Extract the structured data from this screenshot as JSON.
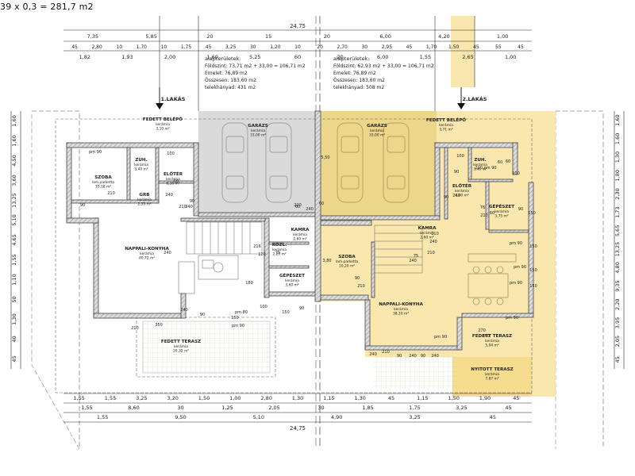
{
  "top_note": "39 x 0,3 = 281,7 m2",
  "dims": {
    "top_total": "24,75",
    "top_row1": [
      "7,35",
      "5,85",
      "20",
      "15",
      "20",
      "6,00",
      "4,20",
      "1,00"
    ],
    "top_row2": [
      "45",
      "2,80",
      "10",
      "1,70",
      "10",
      "1,75",
      "45",
      "3,25",
      "30",
      "1,20",
      "10",
      "20",
      "2,70",
      "30",
      "2,95",
      "45",
      "1,70",
      "1,50",
      "45",
      "55",
      "45"
    ],
    "top_row3": [
      "1,82",
      "1,93",
      "2,00",
      "1,60",
      "5,25",
      "60",
      "20",
      "6,00",
      "1,55",
      "2,65",
      "1,00"
    ],
    "bottom_row1": [
      "1,55",
      "1,55",
      "3,25",
      "3,20",
      "1,50",
      "1,00",
      "2,80",
      "1,30",
      "1,15",
      "1,30",
      "45",
      "1,15",
      "1,50",
      "1,90",
      "45"
    ],
    "bottom_row2": [
      "1,55",
      "8,60",
      "30",
      "1,25",
      "2,05",
      "30",
      "1,85",
      "1,75",
      "3,25",
      "45"
    ],
    "bottom_row3": [
      "1,55",
      "9,50",
      "5,10",
      "4,90",
      "3,25",
      "45"
    ],
    "bottom_total": "24,75",
    "left_side": [
      "1,60",
      "1,60",
      "4,50",
      "3,60",
      "13,25",
      "5,10",
      "4,65",
      "1,55",
      "1,10",
      "50",
      "1,30",
      "40",
      "45"
    ],
    "right_side": [
      "1,60",
      "1,60",
      "1,30",
      "1,80",
      "2,30",
      "1,73",
      "5,65",
      "13,25",
      "4,80",
      "9,35",
      "2,20",
      "3,95",
      "2,05",
      "45"
    ]
  },
  "left_unit": {
    "label": "1.LAKÁS",
    "areas_title": "alapterületek:",
    "areas_ground": "Földszint: 73,71 m2 + 33,00 = 106,71 m2",
    "areas_upper": "Emelet: 76,89 m2",
    "areas_total": "Összesen: 183,60 m2",
    "plot": "telekhányad: 431 m2",
    "rooms": [
      {
        "name": "FEDETT BELÉPŐ",
        "sub": "kerámia",
        "area": "3,10 m²"
      },
      {
        "name": "ZUH.",
        "sub": "kerámia",
        "area": "3,40 m²"
      },
      {
        "name": "SZOBA",
        "sub": "lam.parketta",
        "area": "10,18 m²"
      },
      {
        "name": "ELŐTÉR",
        "sub": "kerámia",
        "area": "6,30 m²"
      },
      {
        "name": "GRB",
        "sub": "kerámia",
        "area": "2,55 m²"
      },
      {
        "name": "NAPPALI-KONYHA",
        "sub": "kerámia",
        "area": "40,72 m²"
      },
      {
        "name": "KÖZL.",
        "sub": "kerámia",
        "area": "2,20 m²"
      },
      {
        "name": "KAMRA",
        "sub": "kerámia",
        "area": "2,60 m²"
      },
      {
        "name": "GÉPÉSZET",
        "sub": "kerámia",
        "area": "3,60 m²"
      },
      {
        "name": "FEDETT TERASZ",
        "sub": "kerámia",
        "area": "20,32 m²"
      },
      {
        "name": "GARÁZS",
        "sub": "kerámia",
        "area": "33,00 m²"
      }
    ],
    "tags": [
      "pm 90",
      "210",
      "100",
      "240",
      "90",
      "210",
      "240",
      "90",
      "60",
      "216",
      "75",
      "240",
      "120",
      "180",
      "pm 80",
      "90",
      "240",
      "pm 90",
      "150",
      "100",
      "220",
      "240",
      "350",
      "210",
      "90",
      "150"
    ]
  },
  "right_unit": {
    "label": "2.LAKÁS",
    "areas_title": "alapterületek:",
    "areas_ground": "Földszint: 62,93 m2 + 33,00 = 106,71 m2",
    "areas_upper": "Emelet: 76,89 m2",
    "areas_total": "Összesen: 183,60 m2",
    "plot": "telekhányad: 508 m2",
    "rooms": [
      {
        "name": "GARÁZS",
        "sub": "kerámia",
        "area": "33,00 m²"
      },
      {
        "name": "FEDETT BELÉPŐ",
        "sub": "kerámia",
        "area": "3,71 m²"
      },
      {
        "name": "ZUH.",
        "sub": "kerámia",
        "area": "3,40 m²"
      },
      {
        "name": "ELŐTÉR",
        "sub": "kerámia",
        "area": "6,40 m²"
      },
      {
        "name": "GÉPÉSZET",
        "sub": "kerámia",
        "area": "3,75 m²"
      },
      {
        "name": "KAMRA",
        "sub": "kerámia",
        "area": "2,60 m²"
      },
      {
        "name": "SZOBA",
        "sub": "lam.parketta",
        "area": "10,20 m²"
      },
      {
        "name": "NAPPALI-KONYHA",
        "sub": "kerámia",
        "area": "38,10 m²"
      },
      {
        "name": "FEDETT TERASZ",
        "sub": "kerámia",
        "area": "5,04 m²"
      },
      {
        "name": "NYITOTT TERASZ",
        "sub": "kerámia",
        "area": "7,87 m²"
      }
    ],
    "tags": [
      "210 pm 90",
      "60",
      "100",
      "90",
      "240",
      "90",
      "60",
      "100",
      "90",
      "150",
      "60",
      "pm 90",
      "150",
      "pm 90",
      "150",
      "76",
      "210",
      "240",
      "110",
      "210",
      "75",
      "240",
      "90",
      "210",
      "pm 90",
      "240",
      "210",
      "90",
      "240",
      "270",
      "240",
      "90",
      "240",
      "pm 90",
      "pm 90",
      "150",
      "5,50",
      "3,80",
      "60",
      "60"
    ]
  },
  "colors": {
    "yellow": "#f9e7ae",
    "yellow_dark": "#ecc760",
    "wall": "#555555",
    "hatch": "#b7b7b7",
    "line": "#3a3a3a",
    "dim": "#222222",
    "garage_gray": "#d9d9d9"
  }
}
